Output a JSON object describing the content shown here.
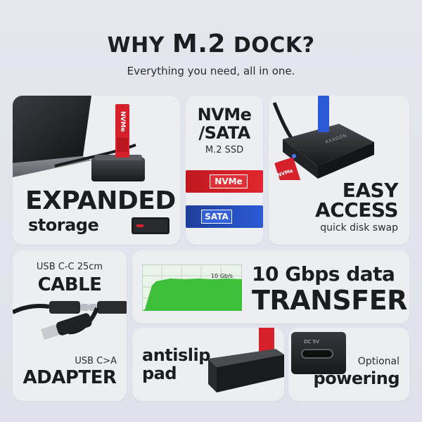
{
  "header": {
    "title_pre": "WHY",
    "title_big": "M.2",
    "title_post": "DOCK?",
    "subtitle": "Everything you need, all in one."
  },
  "expanded": {
    "title": "EXPANDED",
    "sub": "storage",
    "ssd_label": "NVMe"
  },
  "nvme_sata": {
    "line1": "NVMe",
    "line2": "/SATA",
    "line3": "M.2 SSD",
    "nvme_label": "NVMe",
    "sata_label": "SATA"
  },
  "easy": {
    "line1": "EASY",
    "line2": "ACCESS",
    "sub": "quick disk swap",
    "brand": "AXAGON",
    "ssd_label": "NVMe"
  },
  "cable": {
    "top_small": "USB C-C 25cm",
    "top_big": "CABLE",
    "bottom_small": "USB C>A",
    "bottom_big": "ADAPTER"
  },
  "transfer": {
    "line1": "10 Gbps data",
    "line2": "TRANSFER",
    "graph_label": "10 Gb/s"
  },
  "antislip": {
    "line1": "antislip",
    "line2": "pad"
  },
  "powering": {
    "port_label": "DC 5V",
    "line1": "Optional",
    "line2": "powering"
  },
  "colors": {
    "accent_red": "#d6202a",
    "accent_blue": "#2a55cc",
    "graph_green": "#3fbf3a",
    "dark_text": "#1c1d20"
  }
}
